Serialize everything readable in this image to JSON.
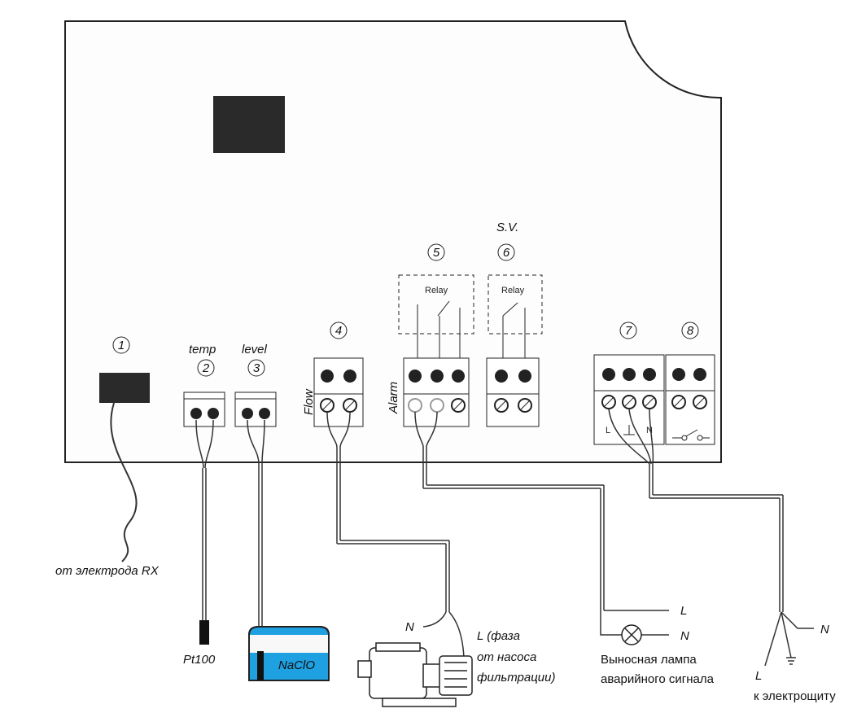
{
  "callouts": [
    "1",
    "2",
    "3",
    "4",
    "5",
    "6",
    "7",
    "8"
  ],
  "labels": {
    "temp": "temp",
    "level": "level",
    "flow": "Flow",
    "alarm": "Alarm",
    "sv": "S.V.",
    "relay5": "Relay",
    "relay6": "Relay",
    "l_term": "L",
    "n_term": "N"
  },
  "devices": {
    "rx": "от электрода RX",
    "pt100": "Pt100",
    "naclo": "NaClO",
    "pump_n": "N",
    "pump_l1": "L (фаза",
    "pump_l2": "от насоса",
    "pump_l3": "фильтрации)",
    "lamp_l": "L",
    "lamp_n": "N",
    "lamp_1": "Выносная лампа",
    "lamp_2": "аварийного сигнала",
    "mains_n": "N",
    "mains_l": "L",
    "mains_label": "к электрощиту"
  }
}
